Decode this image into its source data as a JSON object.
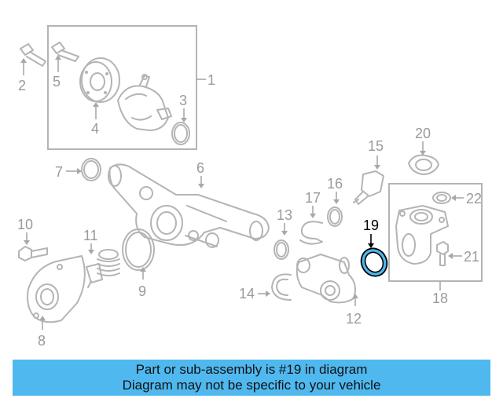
{
  "diagram": {
    "callouts": [
      {
        "id": "c1",
        "label": "1"
      },
      {
        "id": "c2",
        "label": "2"
      },
      {
        "id": "c3",
        "label": "3"
      },
      {
        "id": "c4",
        "label": "4"
      },
      {
        "id": "c5",
        "label": "5"
      },
      {
        "id": "c6",
        "label": "6"
      },
      {
        "id": "c7",
        "label": "7"
      },
      {
        "id": "c8",
        "label": "8"
      },
      {
        "id": "c9",
        "label": "9"
      },
      {
        "id": "c10",
        "label": "10"
      },
      {
        "id": "c11",
        "label": "11"
      },
      {
        "id": "c12",
        "label": "12"
      },
      {
        "id": "c13",
        "label": "13"
      },
      {
        "id": "c14",
        "label": "14"
      },
      {
        "id": "c15",
        "label": "15"
      },
      {
        "id": "c16",
        "label": "16"
      },
      {
        "id": "c17",
        "label": "17"
      },
      {
        "id": "c18",
        "label": "18"
      },
      {
        "id": "c19",
        "label": "19"
      },
      {
        "id": "c20",
        "label": "20"
      },
      {
        "id": "c21",
        "label": "21"
      },
      {
        "id": "c22",
        "label": "22"
      }
    ],
    "highlight_color": "#4fb8ef",
    "line_color": "#b4b4b4"
  },
  "banner": {
    "line1": "Part or sub-assembly is #19 in diagram",
    "line2": "Diagram may not be specific to your vehicle",
    "background": "#4fb8ef"
  }
}
